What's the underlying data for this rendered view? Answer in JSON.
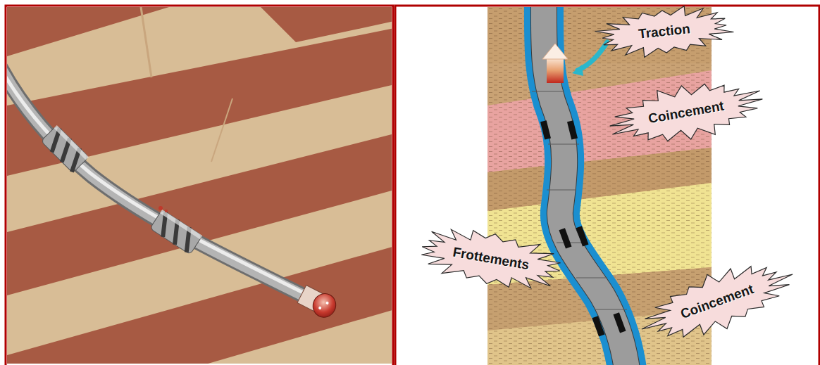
{
  "diagram": {
    "nodes": [
      {
        "text": [
          "Traction"
        ]
      },
      {
        "text": [
          "Coincement"
        ]
      },
      {
        "text": [
          "Frottements"
        ]
      },
      {
        "text": [
          "Coincement"
        ]
      }
    ]
  }
}
